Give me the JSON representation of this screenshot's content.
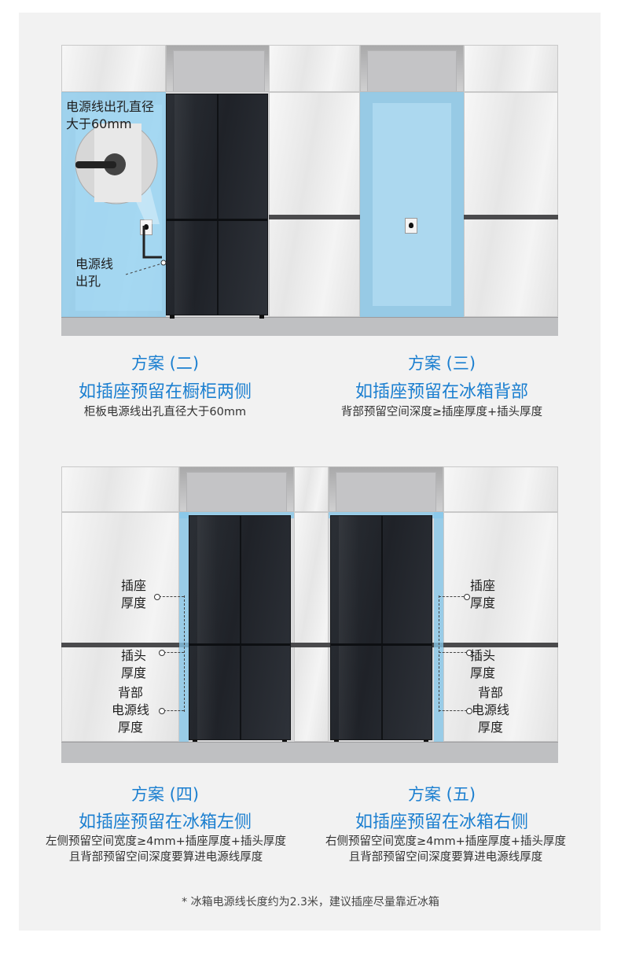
{
  "panel2": {
    "callout_top_line1": "电源线出孔直径",
    "callout_top_line2": "大于60mm",
    "callout_bottom_line1": "电源线",
    "callout_bottom_line2": "出孔",
    "heading": "方案 (二)",
    "subheading": "如插座预留在橱柜两侧",
    "desc": "柜板电源线出孔直径大于60mm"
  },
  "panel3": {
    "heading": "方案 (三)",
    "subheading": "如插座预留在冰箱背部",
    "desc": "背部预留空间深度≥插座厚度+插头厚度"
  },
  "panel4": {
    "label_socket_1": "插座",
    "label_socket_2": "厚度",
    "label_plug_1": "插头",
    "label_plug_2": "厚度",
    "label_cord_1": "背部",
    "label_cord_2": "电源线",
    "label_cord_3": "厚度",
    "heading": "方案 (四)",
    "subheading": "如插座预留在冰箱左侧",
    "desc_line1": "左侧预留空间宽度≥4mm+插座厚度+插头厚度",
    "desc_line2": "且背部预留空间深度要算进电源线厚度"
  },
  "panel5": {
    "label_socket_1": "插座",
    "label_socket_2": "厚度",
    "label_plug_1": "插头",
    "label_plug_2": "厚度",
    "label_cord_1": "背部",
    "label_cord_2": "电源线",
    "label_cord_3": "厚度",
    "heading": "方案 (五)",
    "subheading": "如插座预留在冰箱右侧",
    "desc_line1": "右侧预留空间宽度≥4mm+插座厚度+插头厚度",
    "desc_line2": "且背部预留空间深度要算进电源线厚度"
  },
  "footnote": "* 冰箱电源线长度约为2.3米，建议插座尽量靠近冰箱",
  "colors": {
    "accent": "#1b7fd0",
    "reserve_area": "#87c8eb",
    "fridge": "#23272d"
  }
}
